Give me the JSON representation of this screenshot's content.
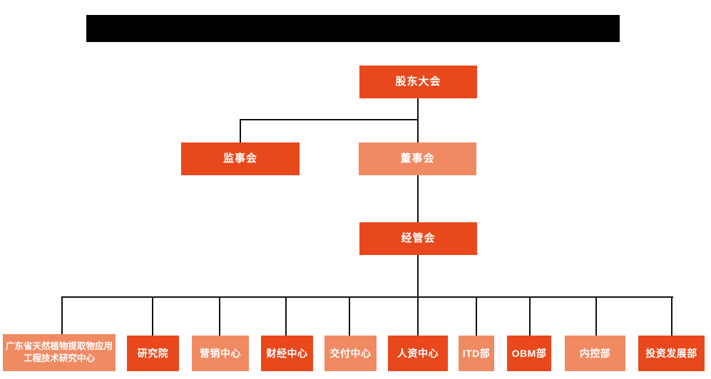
{
  "colors": {
    "primary_dark": "#E8481C",
    "primary_light": "#F08A63",
    "line": "#111111",
    "box_text": "#FFFFFF",
    "redaction_bar": "#000000"
  },
  "org": {
    "level1": [
      {
        "label": "股东大会",
        "variant": "dark"
      }
    ],
    "level2": [
      {
        "label": "监事会",
        "variant": "dark"
      },
      {
        "label": "董事会",
        "variant": "light"
      }
    ],
    "level3": [
      {
        "label": "经管会",
        "variant": "dark"
      }
    ],
    "level4": [
      {
        "label": "广东省天然植物提取物应用工程技术研究中心",
        "variant": "light"
      },
      {
        "label": "研究院",
        "variant": "dark"
      },
      {
        "label": "营销中心",
        "variant": "light"
      },
      {
        "label": "财经中心",
        "variant": "dark"
      },
      {
        "label": "交付中心",
        "variant": "light"
      },
      {
        "label": "人资中心",
        "variant": "dark"
      },
      {
        "label": "ITD部",
        "variant": "light"
      },
      {
        "label": "OBM部",
        "variant": "dark"
      },
      {
        "label": "内控部",
        "variant": "light"
      },
      {
        "label": "投资发展部",
        "variant": "dark"
      }
    ]
  }
}
